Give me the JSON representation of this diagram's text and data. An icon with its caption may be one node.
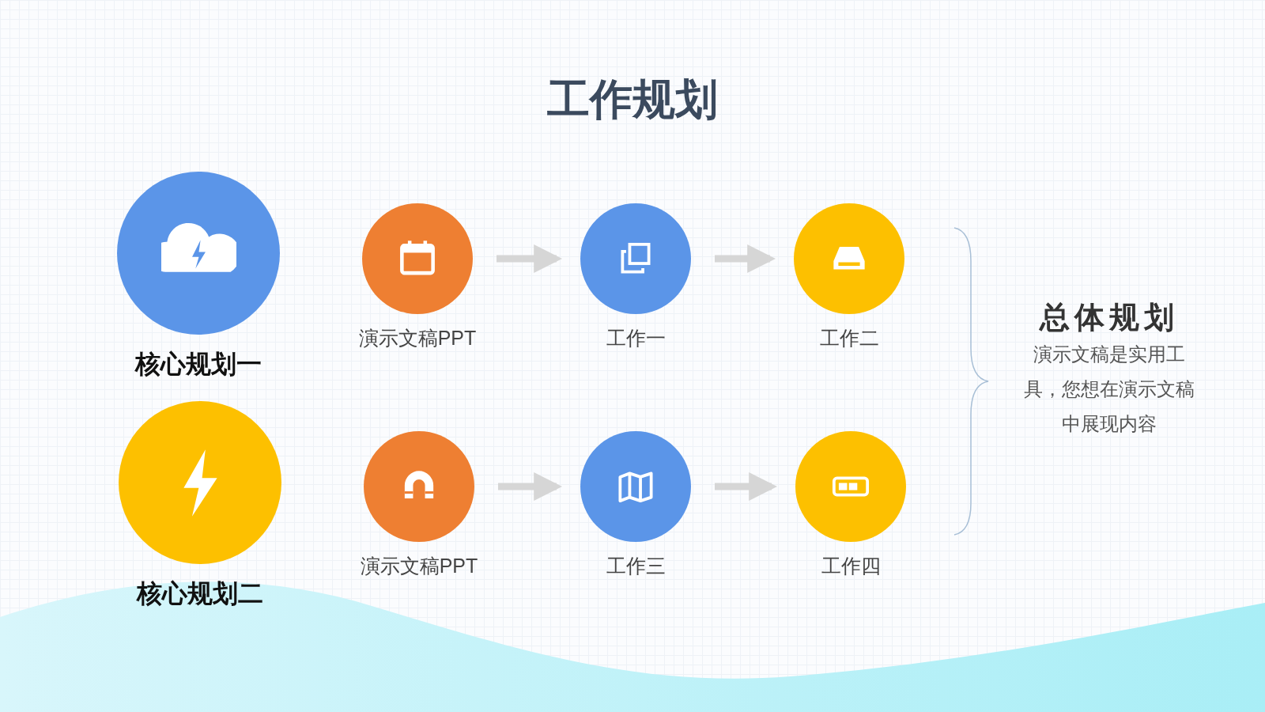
{
  "diagram": {
    "title": "工作规划",
    "nodes": [
      {
        "text": [
          "核心规划一"
        ]
      },
      {
        "text": [
          "演示文稿PPT"
        ]
      },
      {
        "text": [
          "工作一"
        ]
      },
      {
        "text": [
          "工作二"
        ]
      },
      {
        "text": [
          "核心规划二"
        ]
      },
      {
        "text": [
          "演示文稿PPT"
        ]
      },
      {
        "text": [
          "工作三"
        ]
      },
      {
        "text": [
          "工作四"
        ]
      }
    ],
    "edges": [
      {
        "from": 1,
        "to": 2,
        "arrow": "to"
      },
      {
        "from": 2,
        "to": 3,
        "arrow": "to"
      },
      {
        "from": 5,
        "to": 6,
        "arrow": "to"
      },
      {
        "from": 6,
        "to": 7,
        "arrow": "to"
      }
    ],
    "labels": [
      "总体规划",
      "演示文稿是实用工具，您想在演示文稿中展现内容"
    ]
  }
}
